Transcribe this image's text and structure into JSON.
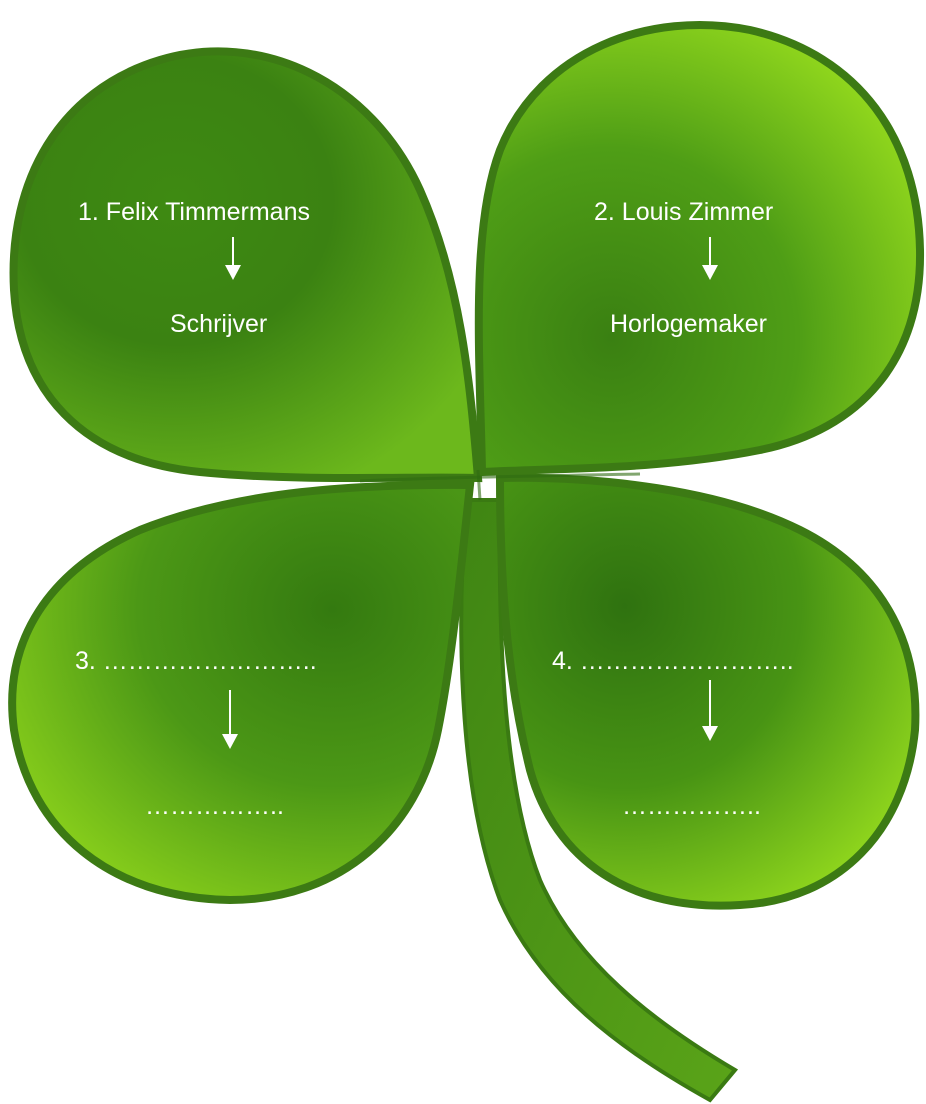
{
  "colors": {
    "leaf_dark": "#2f6b10",
    "leaf_mid": "#4c9618",
    "leaf_light": "#8fd81e",
    "outline": "#3c7a14",
    "text": "#ffffff"
  },
  "leaves": [
    {
      "name": "1. Felix Timmermans",
      "role": "Schrijver"
    },
    {
      "name": "2. Louis Zimmer",
      "role": "Horlogemaker"
    },
    {
      "name": "3. ……………………..",
      "role": "…………….."
    },
    {
      "name": "4. ……………………..",
      "role": "…………….."
    }
  ]
}
